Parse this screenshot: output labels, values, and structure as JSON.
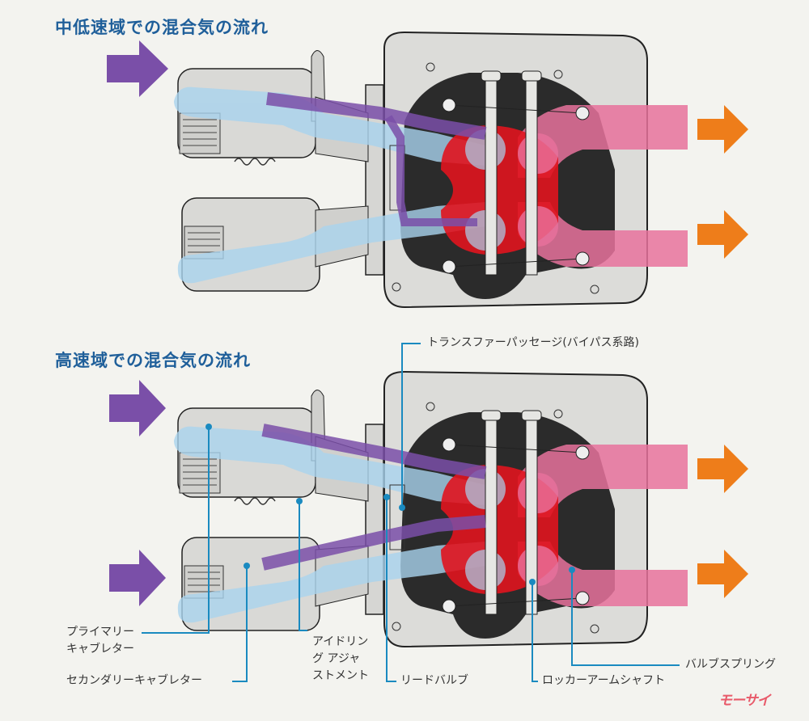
{
  "panels": [
    {
      "title": "中低速域での混合気の流れ",
      "mode": "low-mid-speed"
    },
    {
      "title": "高速域での混合気の流れ",
      "mode": "high-speed"
    }
  ],
  "labels": {
    "transfer_passage": "トランスファーパッセージ(バイパス系路)",
    "primary_carb_line1": "プライマリー",
    "primary_carb_line2": "キャブレター",
    "secondary_carb": "セカンダリーキャブレター",
    "idle_adjust_line1": "アイドリン",
    "idle_adjust_line2": "グ アジャ",
    "idle_adjust_line3": "ストメント",
    "reed_valve": "リードバルブ",
    "rocker_shaft": "ロッカーアームシャフト",
    "valve_spring": "バルブスプリング"
  },
  "logo": "モーサイ",
  "colors": {
    "title": "#1f5f9a",
    "intake_arrow": "#7a4fa8",
    "intake_flow": "#a9d3ee",
    "exhaust_flow": "#e8729c",
    "exhaust_arrow": "#ee7d1a",
    "combustion": "#e0141e",
    "callout": "#1a8ac0",
    "body": "#d7d7d4",
    "dark": "#2b2b2b"
  }
}
